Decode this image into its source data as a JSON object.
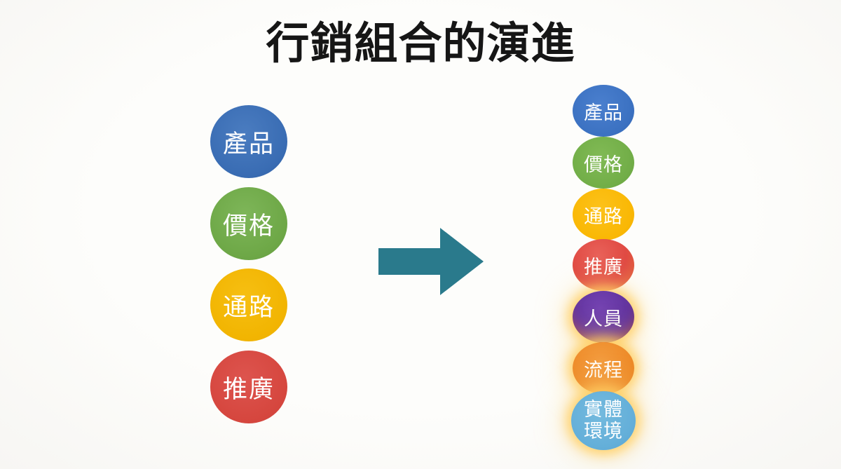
{
  "title": "行銷組合的演進",
  "left_column": {
    "items": [
      {
        "label": "產品",
        "color": "#3A6DB4"
      },
      {
        "label": "價格",
        "color": "#6EA847"
      },
      {
        "label": "通路",
        "color": "#F2B502"
      },
      {
        "label": "推廣",
        "color": "#D6473F"
      }
    ]
  },
  "arrow": {
    "direction": "right",
    "color": "#2A7A8C"
  },
  "right_column": {
    "items": [
      {
        "label": "產品",
        "color": "#3C72C2",
        "glow": false
      },
      {
        "label": "價格",
        "color": "#72AE48",
        "glow": false
      },
      {
        "label": "通路",
        "color": "#FAB805",
        "glow": false
      },
      {
        "label": "推廣",
        "color": "#E04A43",
        "glow": false
      },
      {
        "label": "人員",
        "color": "#61339E",
        "glow": true
      },
      {
        "label": "流程",
        "color": "#EE8C2A",
        "glow": true
      },
      {
        "label": "實體環境",
        "color": "#64AFD9",
        "glow": true
      }
    ]
  },
  "glow_color": "#FFCE60"
}
